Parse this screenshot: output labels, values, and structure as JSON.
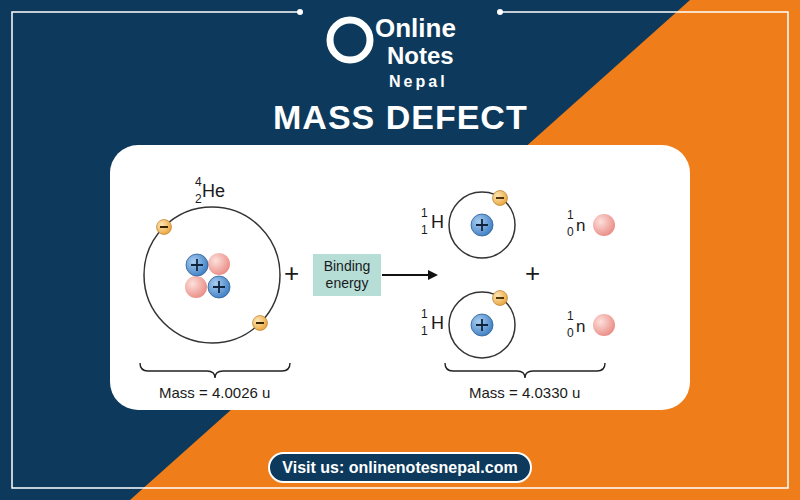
{
  "diagram": {
    "title": "MASS DEFECT",
    "nodes": [
      {
        "text": [
          "Binding energy"
        ]
      },
      {
        "text": [
          "Visit us: onlinenotesnepal.com"
        ]
      }
    ],
    "labels": [
      "Online",
      "Notes",
      "Nepal",
      "4",
      "2",
      "He",
      "+",
      "1",
      "1",
      "H",
      "1",
      "1",
      "H",
      "+",
      "1",
      "0",
      "n",
      "1",
      "0",
      "n",
      "Mass = 4.0026 u",
      "Mass = 4.0330 u"
    ]
  }
}
